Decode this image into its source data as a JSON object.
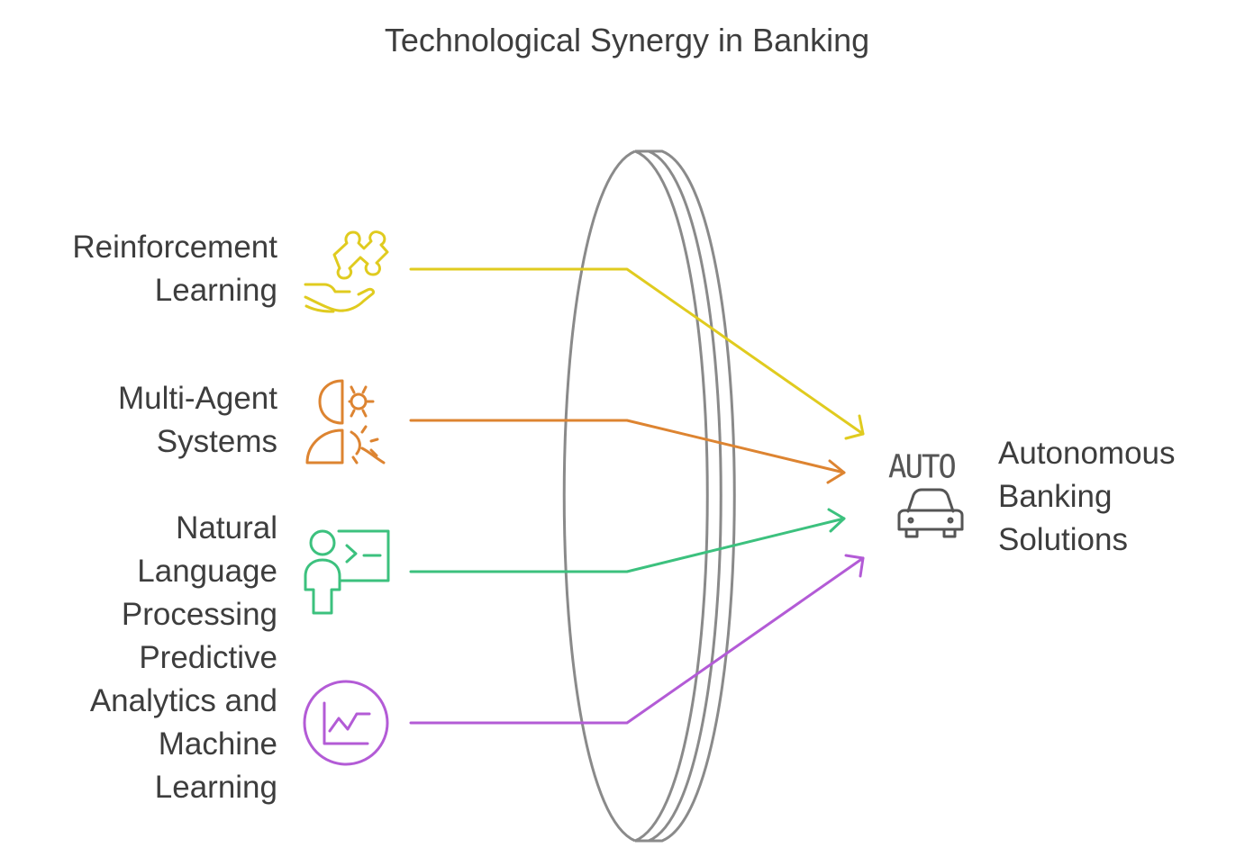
{
  "title": "Technological Synergy in Banking",
  "inputs": [
    {
      "lines": [
        "Reinforcement",
        "Learning"
      ],
      "icon": "puzzle-hand-icon",
      "color": "#E0CB1F"
    },
    {
      "lines": [
        "Multi-Agent",
        "Systems"
      ],
      "icon": "head-gears-icon",
      "color": "#DD8431"
    },
    {
      "lines": [
        "Natural",
        "Language",
        "Processing"
      ],
      "icon": "person-terminal-icon",
      "color": "#3CC17E"
    },
    {
      "lines": [
        "Predictive",
        "Analytics and",
        "Machine",
        "Learning"
      ],
      "icon": "chart-circle-icon",
      "color": "#B35BD6"
    }
  ],
  "output": {
    "lines": [
      "Autonomous",
      "Banking",
      "Solutions"
    ],
    "icon_text": "AUTO",
    "icon": "car-icon"
  },
  "lens_color": "#8a8a8a"
}
